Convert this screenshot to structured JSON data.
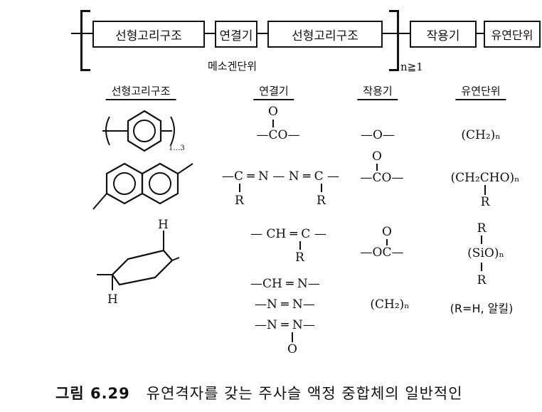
{
  "structure": {
    "boxes": [
      "선형고리구조",
      "연결기",
      "선형고리구조",
      "작용기",
      "유연단위"
    ],
    "repeat_unit_label": "메소겐단위",
    "repeat_condition": "n≧1"
  },
  "headers": {
    "ring": "선형고리구조",
    "linker": "연결기",
    "functional": "작용기",
    "flexible": "유연단위"
  },
  "ring_items": {
    "benzene_subscript": "1…3",
    "cyclohexane_h_top": "H",
    "cyclohexane_h_bottom": "H"
  },
  "linker_items": {
    "ester_o": "O",
    "ester_co": "—CO—",
    "azine_top": "—C ═ N — N ═ C —",
    "azine_r1": "R",
    "azine_r2": "R",
    "vinyl_top": "— CH ═ C —",
    "vinyl_r": "R",
    "imine": "—CH ═ N—",
    "azo": "—N ═ N—",
    "azoxy": "—N ═ N—",
    "azoxy_o": "O"
  },
  "functional_items": {
    "ether": "—O—",
    "carbonyl_o": "O",
    "carbonyl_co": "—CO—",
    "ester2_o": "O",
    "ester2_oc": "—OC—",
    "methylene": "(CH₂)ₙ"
  },
  "flexible_items": {
    "alkyl": "(CH₂)ₙ",
    "ether_chain": "(CH₂CHO)ₙ",
    "ether_r": "R",
    "siloxane_r_top": "R",
    "siloxane": "(SiO)ₙ",
    "siloxane_r_bottom": "R",
    "note": "(R=H, 알킬)"
  },
  "caption": {
    "label": "그림 6.29",
    "text": "유연격자를 갖는 주사슬 액정 중합체의 일반적인"
  }
}
